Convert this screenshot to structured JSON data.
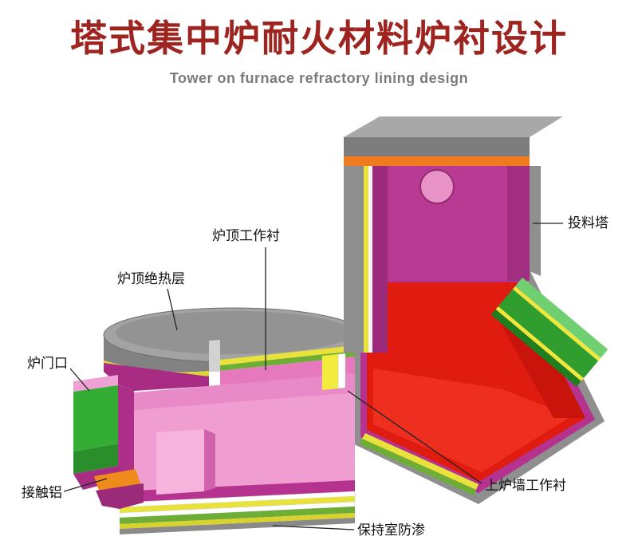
{
  "header": {
    "title": "塔式集中炉耐火材料炉衬设计",
    "subtitle": "Tower on furnace refractory lining design"
  },
  "labels": {
    "feeding_tower": "投料塔",
    "roof_working_lining": "炉顶工作衬",
    "roof_insulation_layer": "炉顶绝热层",
    "furnace_door_opening": "炉门口",
    "contact_aluminum": "接触铝",
    "upper_wall_working_lining": "上炉墙工作衬",
    "holding_chamber_anti_seepage": "保持室防渗"
  },
  "colors": {
    "title_red": "#9e2420",
    "subtitle_gray": "#7b7b7b",
    "label_text": "#111111",
    "leader_line": "#222222",
    "shell_gray": "#8f8f8f",
    "slab_gray": "#a8a8a8",
    "slab_orange": "#f07b1d",
    "wall_magenta": "#b5338f",
    "back_wall_magenta": "#b93a93",
    "interior_red": "#e01b10",
    "chamber_pink": "#f09ed2",
    "door_green": "#33ad33",
    "chute_green": "#2f9e2f",
    "insulation_yellow": "#e8e23a",
    "insulation_green": "#6fae36",
    "contact_orange": "#ef8a1c"
  }
}
